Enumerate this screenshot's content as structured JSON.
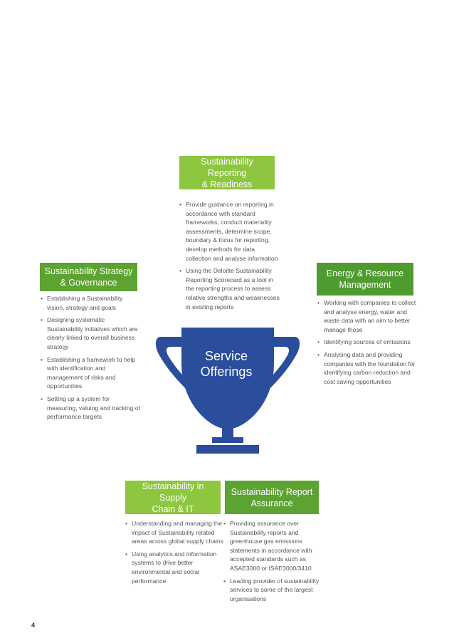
{
  "trophy_label": "Service\nOfferings",
  "page_number": "4",
  "sections": {
    "reporting": {
      "title": "Sustainability Reporting\n&  Readiness",
      "bullets": [
        "Provide guidance on reporting in accordance with standard frameworks, conduct materiality assessments, determine scope, boundary & focus for reporting, develop methods for data collection and analyse information",
        "Using the Deloitte Sustainability Reporting Scorecard as a tool in the reporting process to assess relative strengths and weaknesses in existing reports"
      ]
    },
    "strategy": {
      "title": "Sustainability Strategy\n& Governance",
      "bullets": [
        "Establishing a Sustainability vision, strategy and goals",
        "Designing systematic Sustainability initiatives which are clearly linked to overall business strategy",
        "Establishing a framework to help with identification and management of risks and opportunities",
        "Setting up a system for measuring, valuing and tracking of performance targets"
      ]
    },
    "energy": {
      "title": "Energy & Resource\nManagement",
      "bullets": [
        "Working with companies to collect and analyse energy, water and waste data with an aim to better manage these",
        "Identifying sources of emissions",
        "Analysing data and providing companies with the foundation for identifying carbon reduction and cost saving opportunities"
      ]
    },
    "supply": {
      "title": "Sustainability in Supply\nChain & IT",
      "bullets": [
        "Understanding and managing the impact of Sustainability related areas across global supply chains",
        "Using analytics and information systems to drive better environmental and social performance"
      ]
    },
    "assurance": {
      "title": "Sustainability Report\nAssurance",
      "bullets": [
        "Providing assurance over Sustainability reports and greenhouse gas emissions statements in accordance with accepted standards such as ASAE3000 or ISAE3000/3410",
        "Leading provider of sustainability services to some of the largest organisations"
      ]
    }
  }
}
